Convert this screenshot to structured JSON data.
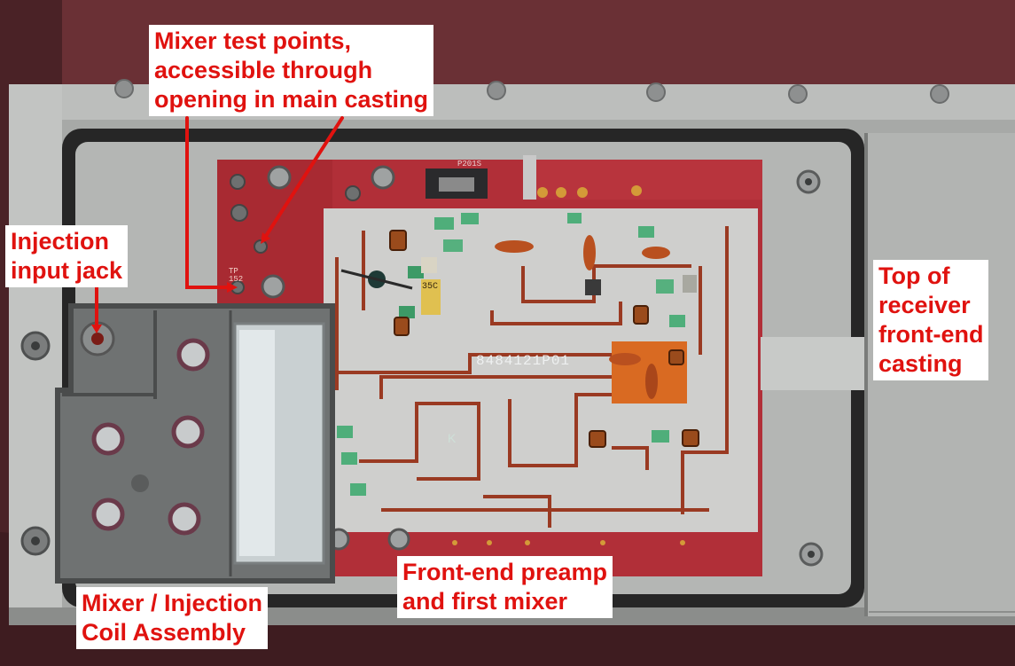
{
  "labels": {
    "mixer_test_points": "Mixer test points,\naccessible through\nopening in main casting",
    "injection_input_jack": "Injection\ninput jack",
    "top_of_casting": "Top of\nreceiver\nfront-end\ncasting",
    "front_end_preamp": "Front-end preamp\nand first mixer",
    "mixer_coil_assembly": "Mixer / Injection\nCoil Assembly"
  },
  "pcb_markings": {
    "part_number": "8484121P01",
    "k_mark": "K",
    "tp_marks": "TP\n152",
    "ref_mark": "P201S",
    "cap_mark": "35C"
  },
  "colors": {
    "label_text": "#e0120f",
    "label_background": "#ffffff",
    "arrow": "#e0120f",
    "pcb_red": "#b0303a",
    "pcb_trace": "#c8c8c8",
    "casting": "#a8aaa8",
    "gasket": "#2a2a2a"
  }
}
